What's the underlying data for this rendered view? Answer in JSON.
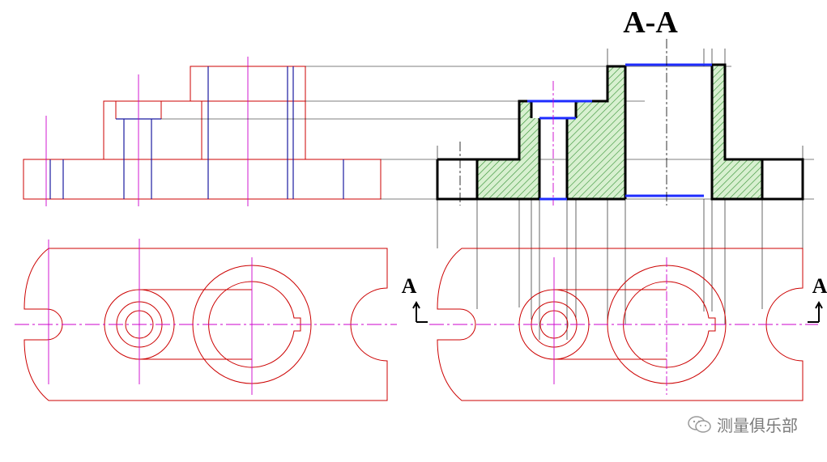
{
  "section_title": "A-A",
  "section_marker_left": "A",
  "section_marker_right": "A",
  "watermark_text": "测量俱乐部",
  "colors": {
    "outline": "#cc0000",
    "hidden": "#1a1aa0",
    "centerline": "#cc00cc",
    "projection": "#000000",
    "section_outline": "#000000",
    "section_edge_blue": "#1e2cff",
    "hatch": "#2f8f2f",
    "hatch_fill": "#d8f0d0"
  }
}
